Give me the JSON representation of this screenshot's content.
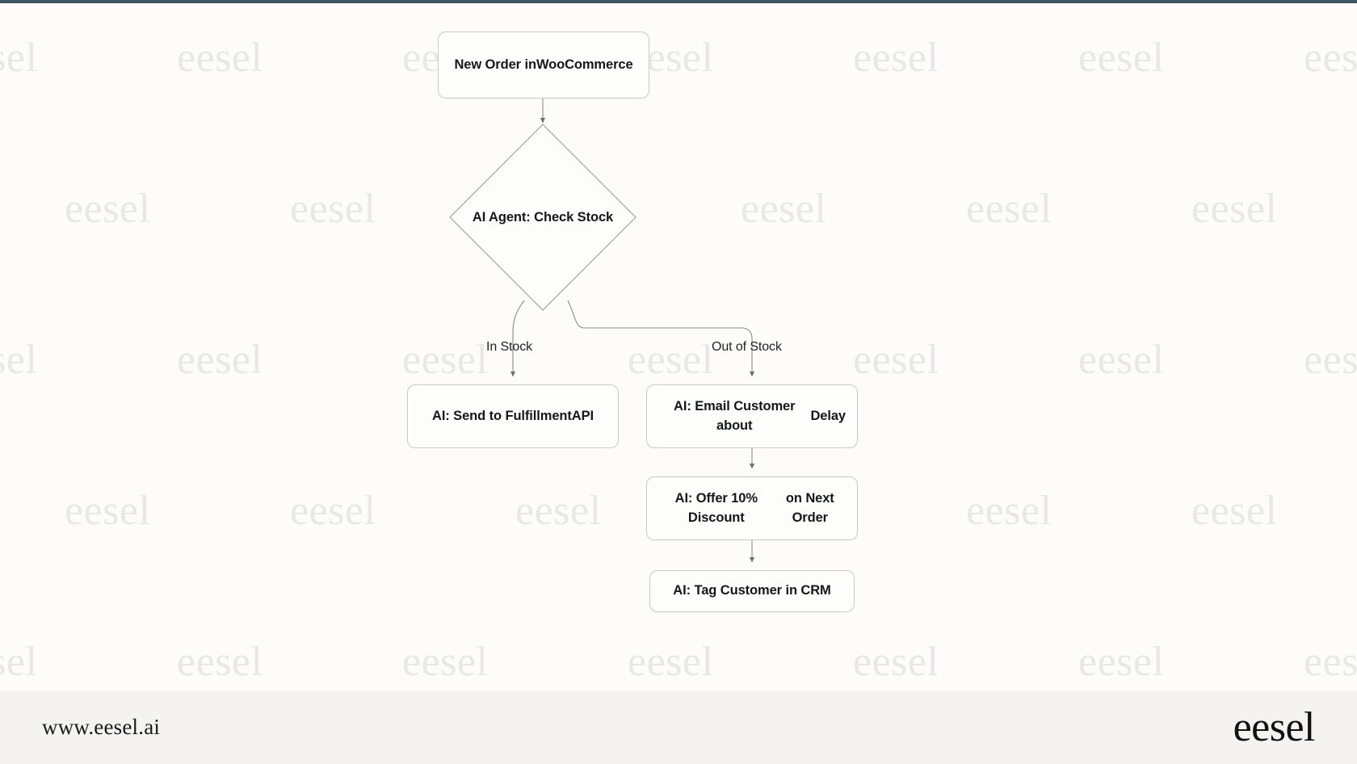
{
  "page": {
    "background_color": "#fdfcfa",
    "top_bar_color": "#3f5662",
    "watermark_text": "eesel",
    "watermark_color": "#e9e8e4"
  },
  "diagram": {
    "type": "flowchart",
    "direction": "top-down",
    "node_fill": "#fdfdfc",
    "node_border_color": "#c9c9c7",
    "edge_color": "#7a7a78",
    "nodes": [
      {
        "id": "trigger",
        "shape": "rounded-rect",
        "label": "New Order in WooCommerce",
        "line1": "New Order in",
        "line2": "WooCommerce"
      },
      {
        "id": "decision",
        "shape": "diamond",
        "label": "AI Agent: Check Stock"
      },
      {
        "id": "fulfillment",
        "shape": "rounded-rect",
        "label": "AI: Send to Fulfillment API",
        "line1": "AI: Send to Fulfillment",
        "line2": "API"
      },
      {
        "id": "email",
        "shape": "rounded-rect",
        "label": "AI: Email Customer about Delay",
        "line1": "AI: Email Customer about",
        "line2": "Delay"
      },
      {
        "id": "discount",
        "shape": "rounded-rect",
        "label": "AI: Offer 10% Discount on Next Order",
        "line1": "AI: Offer 10% Discount",
        "line2": "on Next Order"
      },
      {
        "id": "crm",
        "shape": "rounded-rect",
        "label": "AI: Tag Customer in CRM",
        "line1": "AI: Tag Customer in CRM",
        "line2": ""
      }
    ],
    "edges": [
      {
        "from": "trigger",
        "to": "decision",
        "label": ""
      },
      {
        "from": "decision",
        "to": "fulfillment",
        "label": "In Stock"
      },
      {
        "from": "decision",
        "to": "email",
        "label": "Out of Stock"
      },
      {
        "from": "email",
        "to": "discount",
        "label": ""
      },
      {
        "from": "discount",
        "to": "crm",
        "label": ""
      }
    ],
    "edge_labels": {
      "in_stock": "In Stock",
      "out_of_stock": "Out of Stock"
    }
  },
  "footer": {
    "url": "www.eesel.ai",
    "logo": "eesel",
    "background_color": "#f4f3f1"
  }
}
